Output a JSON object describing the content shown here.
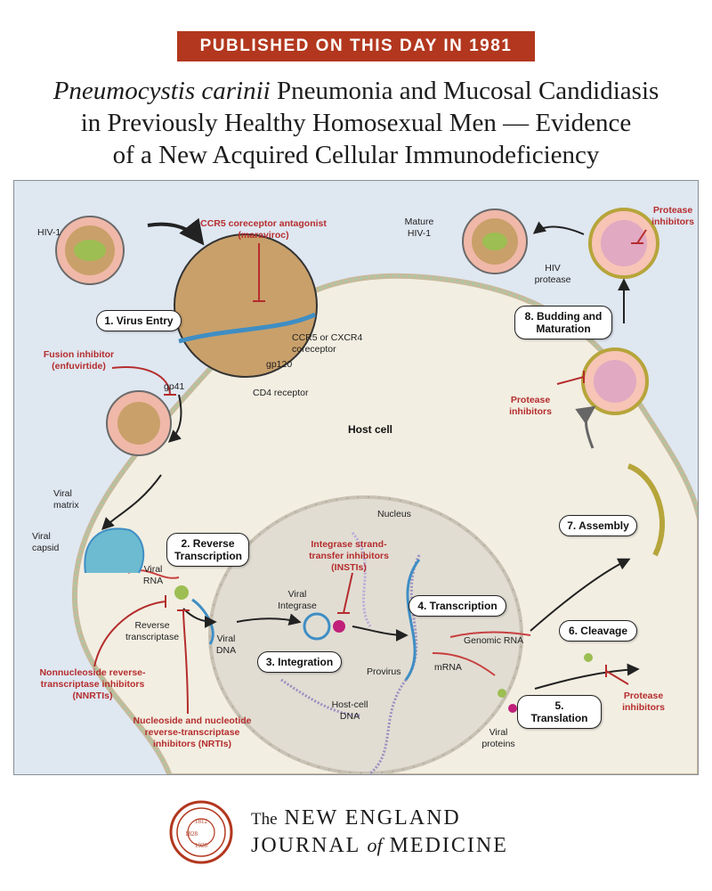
{
  "header": {
    "banner": "PUBLISHED ON THIS DAY IN 1981",
    "title_italic": "Pneumocystis carinii",
    "title_rest1": " Pneumonia and Mucosal Candidiasis",
    "title_line2": "in Previously Healthy Homosexual Men — Evidence",
    "title_line3": "of a New Acquired Cellular Immunodeficiency"
  },
  "colors": {
    "banner_bg": "#b2371e",
    "drug_red": "#b52d2d",
    "cytoplasm": "#f2eee2",
    "extracellular": "#dfe7f1",
    "nucleus": "#e1ddd3",
    "virus_pink": "#f0b8a8",
    "virus_capsid": "#9dbe52"
  },
  "diagram": {
    "steps": {
      "s1": "1. Virus Entry",
      "s2_line1": "2. Reverse",
      "s2_line2": "Transcription",
      "s3": "3. Integration",
      "s4": "4. Transcription",
      "s5": "5. Translation",
      "s6": "6. Cleavage",
      "s7": "7. Assembly",
      "s8_line1": "8. Budding and",
      "s8_line2": "Maturation"
    },
    "labels": {
      "hiv1": "HIV-1",
      "mature_l1": "Mature",
      "mature_l2": "HIV-1",
      "hiv_protease_l1": "HIV",
      "hiv_protease_l2": "protease",
      "gp41": "gp41",
      "gp120": "gp120",
      "ccr5_l1": "CCR5 or CXCR4",
      "ccr5_l2": "coreceptor",
      "cd4": "CD4 receptor",
      "host_cell": "Host cell",
      "viral_matrix_l1": "Viral",
      "viral_matrix_l2": "matrix",
      "viral_capsid_l1": "Viral",
      "viral_capsid_l2": "capsid",
      "viral_rna_l1": "Viral",
      "viral_rna_l2": "RNA",
      "rt_l1": "Reverse",
      "rt_l2": "transcriptase",
      "viral_dna_l1": "Viral",
      "viral_dna_l2": "DNA",
      "nucleus": "Nucleus",
      "viral_integrase_l1": "Viral",
      "viral_integrase_l2": "Integrase",
      "provirus": "Provirus",
      "host_dna_l1": "Host-cell",
      "host_dna_l2": "DNA",
      "genomic_rna": "Genomic RNA",
      "mrna": "mRNA",
      "viral_proteins_l1": "Viral",
      "viral_proteins_l2": "proteins"
    },
    "drugs": {
      "ccr5_antag_l1": "CCR5 coreceptor antagonist",
      "ccr5_antag_l2": "(maraviroc)",
      "fusion_l1": "Fusion inhibitor",
      "fusion_l2": "(enfuvirtide)",
      "protease_top_l1": "Protease",
      "protease_top_l2": "inhibitors",
      "protease_mid_l1": "Protease",
      "protease_mid_l2": "inhibitors",
      "protease_bot_l1": "Protease",
      "protease_bot_l2": "inhibitors",
      "insti_l1": "Integrase strand-",
      "insti_l2": "transfer inhibitors",
      "insti_l3": "(INSTIs)",
      "nnrti_l1": "Nonnucleoside reverse-",
      "nnrti_l2": "transcriptase inhibitors",
      "nnrti_l3": "(NNRTIs)",
      "nrti_l1": "Nucleoside and nucleotide",
      "nrti_l2": "reverse-transcriptase",
      "nrti_l3": "inhibitors (NRTIs)"
    }
  },
  "footer": {
    "the": "The",
    "line1": "NEW ENGLAND",
    "line2a": "JOURNAL",
    "of": "of",
    "line2b": "MEDICINE",
    "seal_year1": "1812",
    "seal_year2": "1828",
    "seal_year3": "1928"
  }
}
